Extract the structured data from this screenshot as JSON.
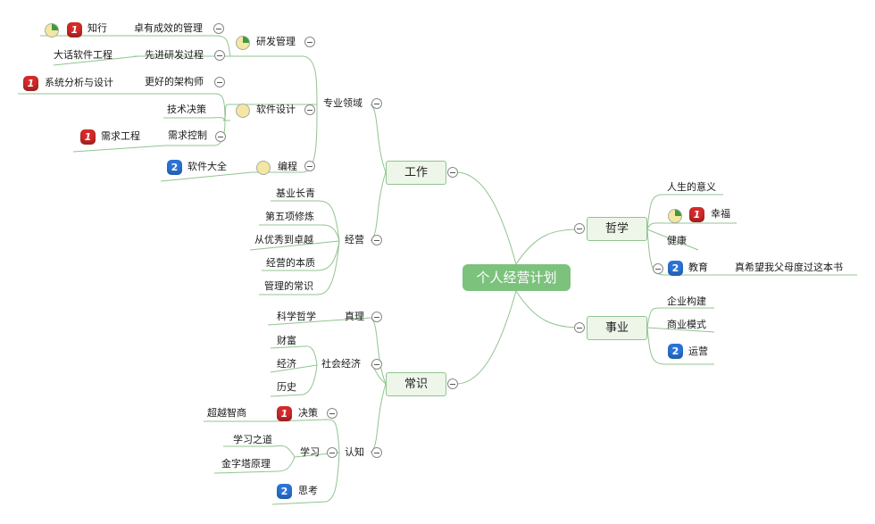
{
  "root": "个人经营计划",
  "topics": {
    "work": "工作",
    "philosophy": "哲学",
    "career": "事业",
    "common": "常识"
  },
  "work": {
    "domain": "专业领域",
    "rd": "研发管理",
    "effective": "卓有成效的管理",
    "zhixing": "知行",
    "advanced_rd": "先进研发过程",
    "dahua": "大话软件工程",
    "arch": "更好的架构师",
    "sysanalysis": "系统分析与设计",
    "swdesign": "软件设计",
    "techdecision": "技术决策",
    "reqcontrol": "需求控制",
    "reqeng": "需求工程",
    "coding": "编程",
    "codecomplete": "软件大全",
    "management": "经营",
    "foundation": "基业长青",
    "fifth": "第五项修炼",
    "goodgreat": "从优秀到卓越",
    "essence": "经营的本质",
    "mgmtcommon": "管理的常识"
  },
  "phil": {
    "meaning": "人生的意义",
    "happiness": "幸福",
    "health": "健康",
    "education": "教育",
    "parents": "真希望我父母度过这本书"
  },
  "biz": {
    "build": "企业构建",
    "model": "商业模式",
    "ops": "运营"
  },
  "common": {
    "truth": "真理",
    "science": "科学哲学",
    "social": "社会经济",
    "wealth": "财富",
    "economy": "经济",
    "history": "历史",
    "cognition": "认知",
    "decision": "决策",
    "superiq": "超越智商",
    "learning": "学习",
    "learnway": "学习之道",
    "pyramid": "金字塔原理",
    "thinking": "思考"
  },
  "priorities": {
    "p1": "1",
    "p2": "2"
  },
  "progress": {
    "zhixing": 0.25,
    "rd": 0.25,
    "swdesign": 0,
    "coding": 0,
    "happiness": 0.25
  },
  "colors": {
    "center": "#7cc27c",
    "branch": "#90c490",
    "priority_red": "#d42a2a",
    "priority_blue": "#2b74d6"
  }
}
